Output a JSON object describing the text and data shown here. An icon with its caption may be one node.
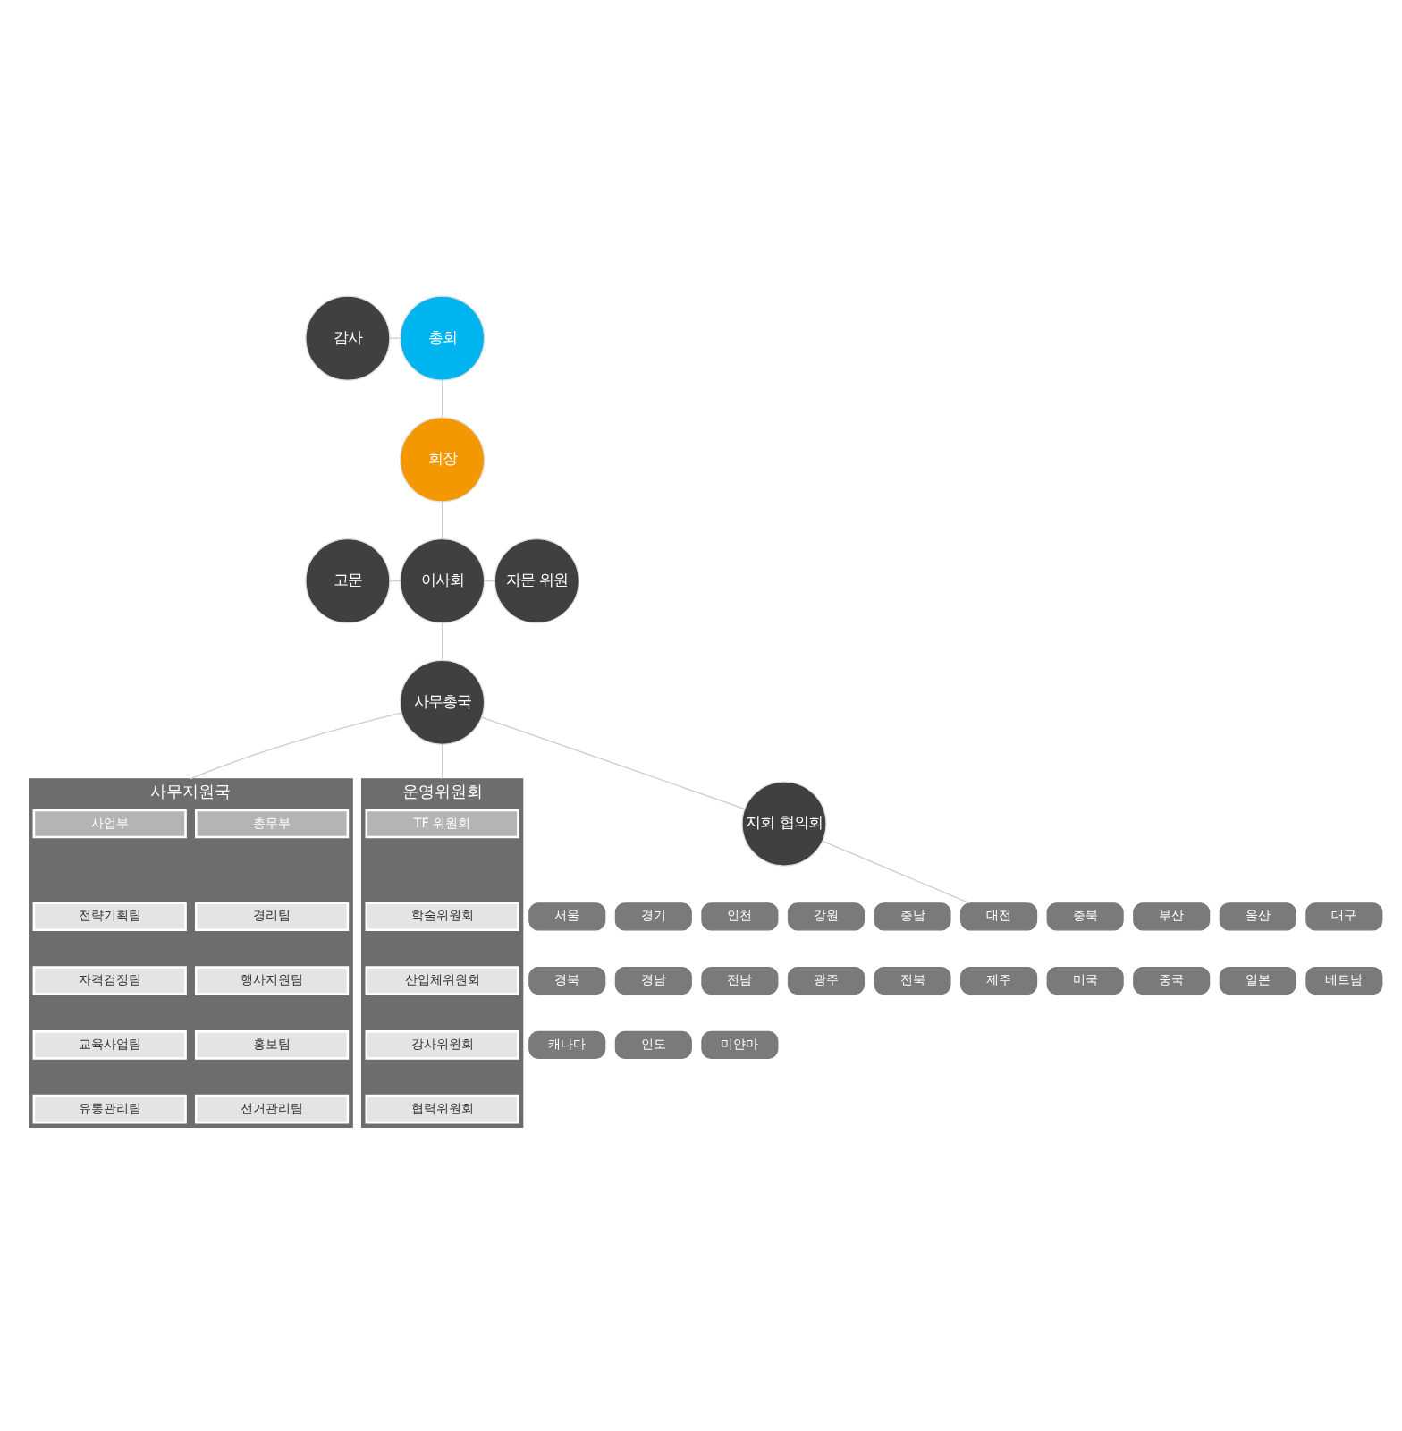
{
  "diagram": {
    "nodes": [
      {
        "text": [
          "감사"
        ]
      },
      {
        "text": [
          "총회"
        ]
      },
      {
        "text": [
          "회장"
        ]
      },
      {
        "text": [
          "고문"
        ]
      },
      {
        "text": [
          "이사회"
        ]
      },
      {
        "text": [
          "자문 위원"
        ]
      },
      {
        "text": [
          "사무총국"
        ]
      },
      {
        "text": [
          "사무지원국"
        ]
      },
      {
        "text": [
          "사업부"
        ],
        "in": 7
      },
      {
        "text": [
          "총무부"
        ],
        "in": 7
      },
      {
        "text": [
          "전략기획팀"
        ],
        "in": 7
      },
      {
        "text": [
          "경리팀"
        ],
        "in": 7
      },
      {
        "text": [
          "자격검정팀"
        ],
        "in": 7
      },
      {
        "text": [
          "행사지원팀"
        ],
        "in": 7
      },
      {
        "text": [
          "교육사업팀"
        ],
        "in": 7
      },
      {
        "text": [
          "홍보팀"
        ],
        "in": 7
      },
      {
        "text": [
          "유통관리팀"
        ],
        "in": 7
      },
      {
        "text": [
          "선거관리팀"
        ],
        "in": 7
      },
      {
        "text": [
          "운영위원회"
        ]
      },
      {
        "text": [
          "TF 위원회"
        ],
        "in": 18
      },
      {
        "text": [
          "학술위원회"
        ],
        "in": 18
      },
      {
        "text": [
          "산업체위원회"
        ],
        "in": 18
      },
      {
        "text": [
          "강사위원회"
        ],
        "in": 18
      },
      {
        "text": [
          "협력위원회"
        ],
        "in": 18
      },
      {
        "text": [
          "지회 협의회"
        ]
      },
      {
        "text": [
          "서울"
        ]
      },
      {
        "text": [
          "경기"
        ]
      },
      {
        "text": [
          "인천"
        ]
      },
      {
        "text": [
          "강원"
        ]
      },
      {
        "text": [
          "충남"
        ]
      },
      {
        "text": [
          "대전"
        ]
      },
      {
        "text": [
          "충북"
        ]
      },
      {
        "text": [
          "부산"
        ]
      },
      {
        "text": [
          "울산"
        ]
      },
      {
        "text": [
          "대구"
        ]
      },
      {
        "text": [
          "경북"
        ]
      },
      {
        "text": [
          "경남"
        ]
      },
      {
        "text": [
          "전남"
        ]
      },
      {
        "text": [
          "광주"
        ]
      },
      {
        "text": [
          "전북"
        ]
      },
      {
        "text": [
          "제주"
        ]
      },
      {
        "text": [
          "미국"
        ]
      },
      {
        "text": [
          "중국"
        ]
      },
      {
        "text": [
          "일본"
        ]
      },
      {
        "text": [
          "베트남"
        ]
      },
      {
        "text": [
          "캐나다"
        ]
      },
      {
        "text": [
          "인도"
        ]
      },
      {
        "text": [
          "미얀마"
        ]
      }
    ],
    "edges": [
      {
        "from": 0,
        "to": 1,
        "arrow": "none"
      },
      {
        "from": 1,
        "to": 2,
        "arrow": "none"
      },
      {
        "from": 2,
        "to": 4,
        "arrow": "none"
      },
      {
        "from": 3,
        "to": 4,
        "arrow": "none"
      },
      {
        "from": 4,
        "to": 5,
        "arrow": "none"
      },
      {
        "from": 4,
        "to": 6,
        "arrow": "none"
      },
      {
        "from": 6,
        "to": 7,
        "arrow": "none"
      },
      {
        "from": 6,
        "to": 18,
        "arrow": "none"
      },
      {
        "from": 6,
        "to": 24,
        "arrow": "none"
      },
      {
        "from": 24,
        "to": 30,
        "arrow": "none"
      }
    ]
  }
}
